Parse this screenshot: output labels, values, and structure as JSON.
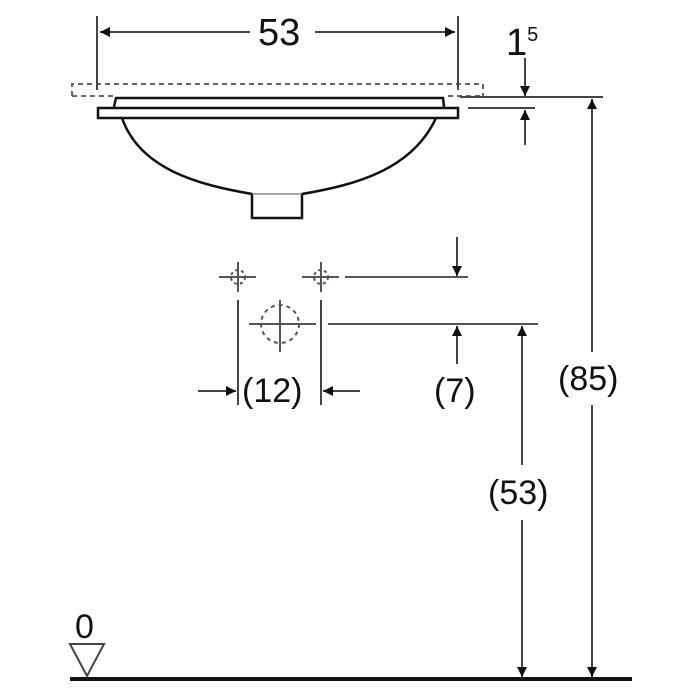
{
  "drawing": {
    "type": "technical-dimension-drawing",
    "subject": "undercounter washbasin, side/elevation view",
    "colors": {
      "line": "#111111",
      "dim_line": "#444444",
      "background": "#ffffff"
    }
  },
  "dimensions": {
    "width": {
      "label": "53"
    },
    "rim_thickness": {
      "label_main": "1",
      "label_sup": "5"
    },
    "tap_spacing": {
      "label": "(12)"
    },
    "tap_offset": {
      "label": "(7)"
    },
    "waste_height": {
      "label": "(53)"
    },
    "total_height": {
      "label": "(85)"
    },
    "floor_level": {
      "label": "0"
    }
  }
}
